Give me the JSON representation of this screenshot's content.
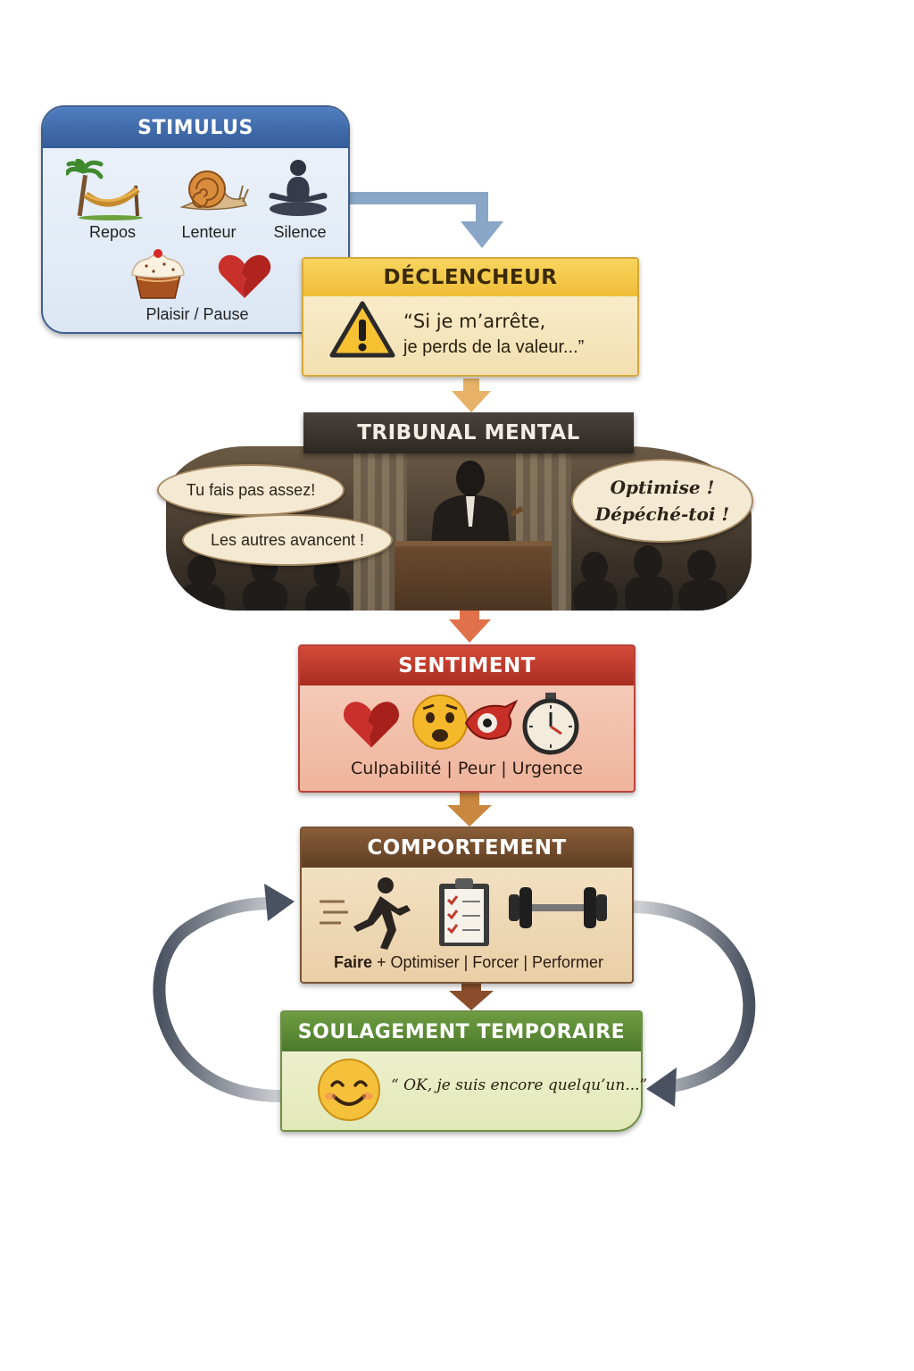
{
  "stimulus": {
    "title": "STIMULUS",
    "items": [
      {
        "label": "Repos",
        "icon": "hammock-icon"
      },
      {
        "label": "Lenteur",
        "icon": "snail-icon"
      },
      {
        "label": "Silence",
        "icon": "meditation-icon"
      }
    ],
    "second_row_label": "Plaisir / Pause",
    "second_row_icons": [
      "cake-icon",
      "broken-heart-icon"
    ]
  },
  "trigger": {
    "title": "DÉCLENCHEUR",
    "quote_line1": "“Si je m’arrête,",
    "quote_line2": "je perds de la valeur...”",
    "icon": "warning-icon"
  },
  "tribunal": {
    "title": "TRIBUNAL MENTAL",
    "bubbles": [
      "Tu fais pas assez!",
      "Les autres avancent !",
      "Optimise !",
      "Dépéché-toi !"
    ],
    "icon": "judge-icon"
  },
  "feeling": {
    "title": "SENTIMENT",
    "label_parts": [
      "Culpabilité",
      "Peur",
      "Urgence"
    ],
    "separator": "|",
    "icons": [
      "broken-heart-icon",
      "scared-face-icon",
      "alarm-eye-icon",
      "stopwatch-icon"
    ]
  },
  "behavior": {
    "title": "COMPORTEMENT",
    "label_bold": "Faire",
    "label_plus": "+",
    "label_parts": [
      "Optimiser",
      "Forcer",
      "Performer"
    ],
    "separator": "|",
    "icons": [
      "runner-icon",
      "checklist-icon",
      "dumbbell-icon"
    ]
  },
  "relief": {
    "title": "SOULAGEMENT TEMPORAIRE",
    "quote": "“ OK, je suis encore quelqu’un...”",
    "icon": "smiley-icon"
  },
  "colors": {
    "stimulus_header": "#3f6ba8",
    "trigger_header": "#f3c94a",
    "tribunal_header": "#3b3430",
    "feeling_header": "#c0392b",
    "behavior_header": "#6e4a2c",
    "relief_header": "#5b8a37",
    "loop_arrow": "#4a5160"
  }
}
